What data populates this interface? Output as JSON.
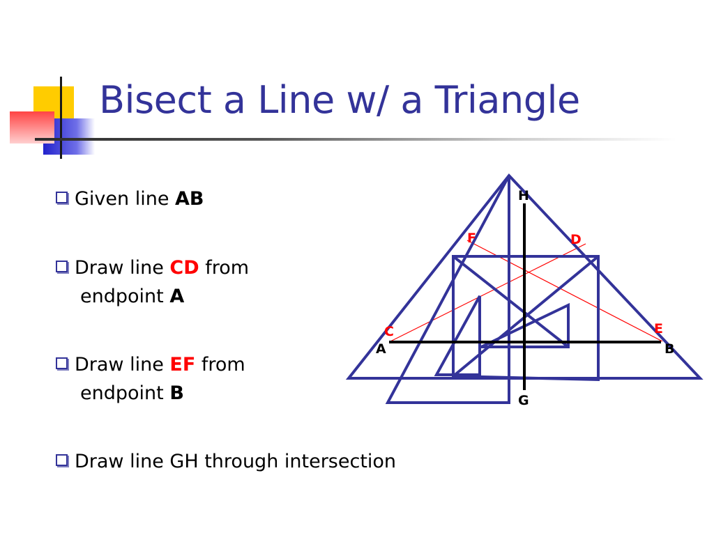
{
  "slide": {
    "title": "Bisect a Line w/ a Triangle"
  },
  "bullets": [
    {
      "prefix": "Given line ",
      "emph": "AB",
      "suffix": ""
    },
    {
      "prefix": "Draw line ",
      "emph": "CD",
      "suffix": " from",
      "line2_prefix": "endpoint ",
      "line2_emph": "A"
    },
    {
      "prefix": "Draw line ",
      "emph": "EF",
      "suffix": " from",
      "line2_prefix": "endpoint ",
      "line2_emph": "B"
    },
    {
      "text": "Draw line GH through intersection"
    }
  ],
  "diagram": {
    "labels": {
      "A": "A",
      "B": "B",
      "C": "C",
      "D": "D",
      "E": "E",
      "F": "F",
      "G": "G",
      "H": "H"
    },
    "colors": {
      "triangle": "#333399",
      "construction": "#ff0000",
      "axis": "#000000",
      "accent_labels": "#ff0000"
    }
  },
  "decoration": {
    "colors": {
      "yellow": "#ffcc00",
      "blue": "#3333cc",
      "red": "#ff3333"
    }
  }
}
